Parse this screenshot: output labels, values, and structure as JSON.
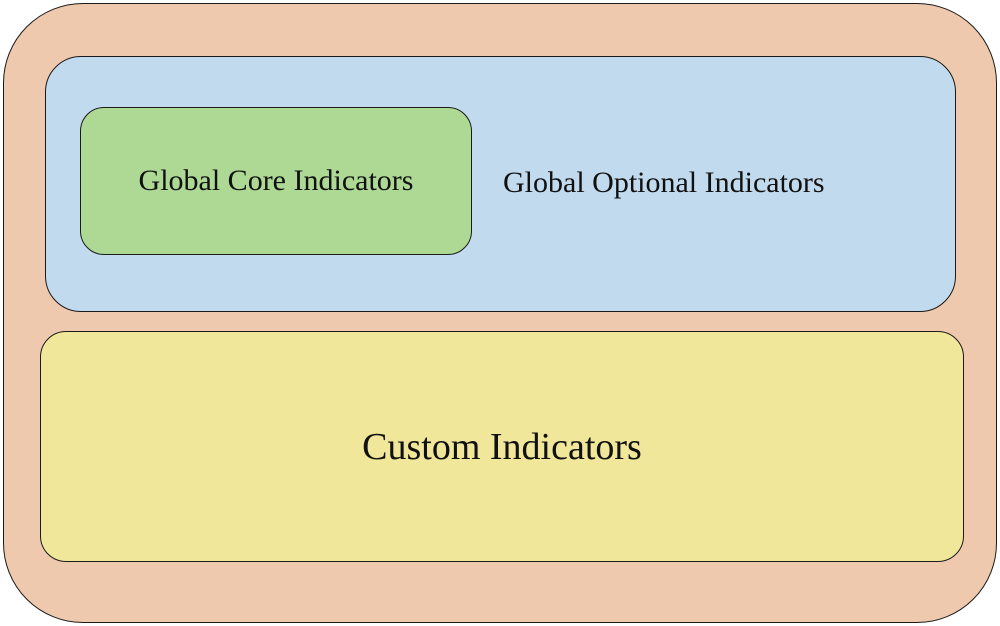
{
  "colors": {
    "outer_fill": "#EEC9AE",
    "global_optional_fill": "#C1DAED",
    "global_core_fill": "#ADD994",
    "custom_fill": "#F1E79A",
    "border": "#1A1A1A"
  },
  "diagram": {
    "global_core": {
      "label": "Global Core Indicators"
    },
    "global_optional": {
      "label": "Global Optional Indicators"
    },
    "custom": {
      "label": "Custom Indicators"
    }
  }
}
